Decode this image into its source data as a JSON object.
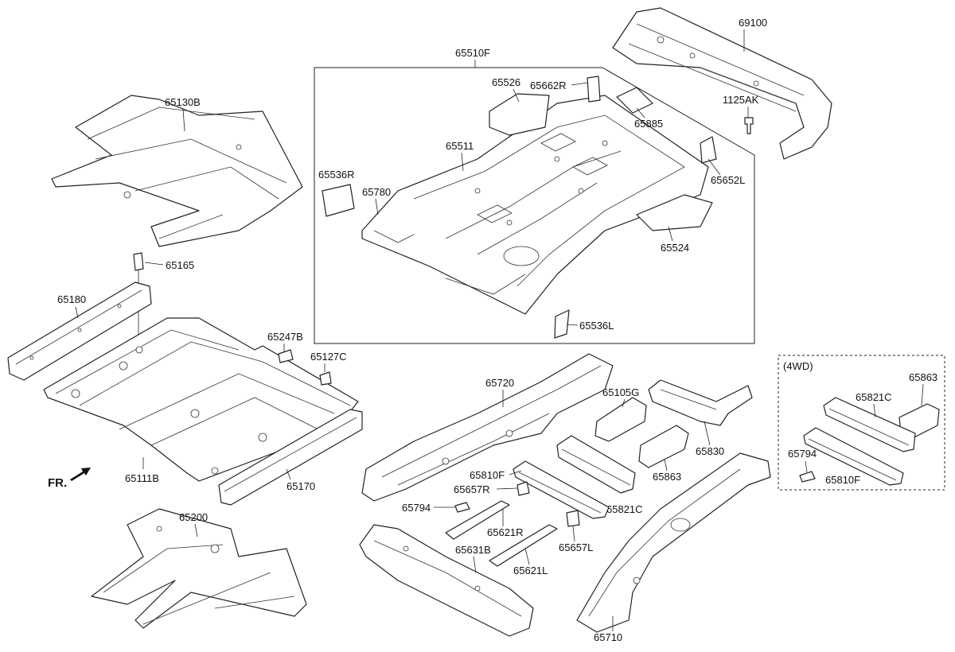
{
  "labels": {
    "p65510F": "65510F",
    "p69100": "69100",
    "p65526": "65526",
    "p65662R": "65662R",
    "p65885": "65885",
    "p1125AK": "1125AK",
    "p65511": "65511",
    "p65536R": "65536R",
    "p65780": "65780",
    "p65652L": "65652L",
    "p65524": "65524",
    "p65536L": "65536L",
    "p65130B": "65130B",
    "p65165": "65165",
    "p65180": "65180",
    "p65247B": "65247B",
    "p65127C": "65127C",
    "p65111B": "65111B",
    "p65170": "65170",
    "p65200": "65200",
    "fr": "FR.",
    "p65720": "65720",
    "p65105G": "65105G",
    "p65810F": "65810F",
    "p65657R": "65657R",
    "p65794": "65794",
    "p65621R": "65621R",
    "p65657L": "65657L",
    "p65631B": "65631B",
    "p65621L": "65621L",
    "p65821C": "65821C",
    "p65830": "65830",
    "p65863": "65863",
    "p65710": "65710",
    "wd4": "(4WD)",
    "wd_65863": "65863",
    "wd_65821C": "65821C",
    "wd_65794": "65794",
    "wd_65810F": "65810F"
  }
}
